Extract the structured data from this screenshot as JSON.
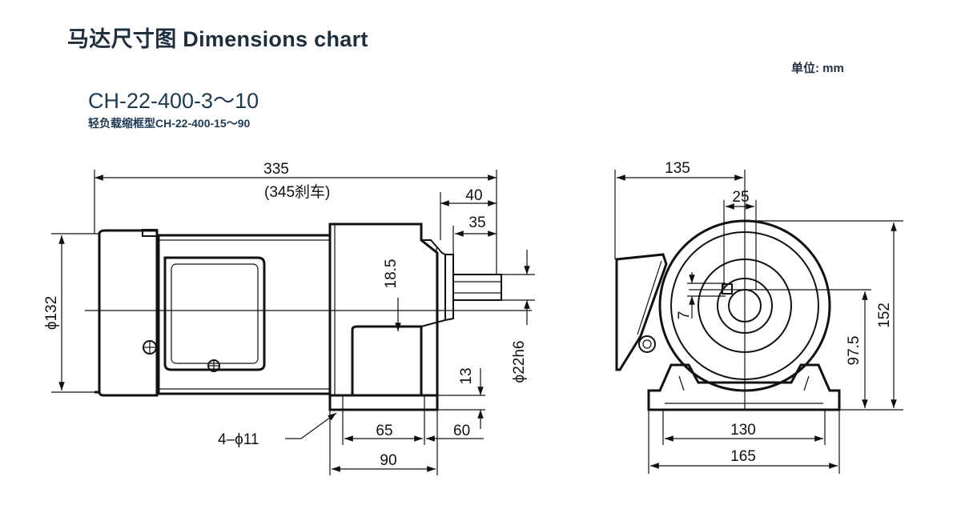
{
  "header": {
    "title": "马达尺寸图 Dimensions chart",
    "unit": "单位: mm",
    "model": "CH-22-400-3～10",
    "subtitle": "轻负载缩框型CH-22-400-15～90"
  },
  "side_view": {
    "overall_length": "335",
    "overall_length_brake": "(345刹车)",
    "shaft_length_outer": "40",
    "shaft_length_inner": "35",
    "shaft_offset": "18.5",
    "motor_diameter": "ϕ132",
    "shaft_diameter": "ϕ22h6",
    "base_height": "13",
    "base_edge": "60",
    "mount_spacing": "65",
    "base_length": "90",
    "mount_holes": "4–ϕ11"
  },
  "front_view": {
    "width_to_center": "135",
    "key_width": "25",
    "key_depth": "7",
    "center_height": "97.5",
    "total_height": "152",
    "foot_spacing": "130",
    "foot_width": "165"
  }
}
